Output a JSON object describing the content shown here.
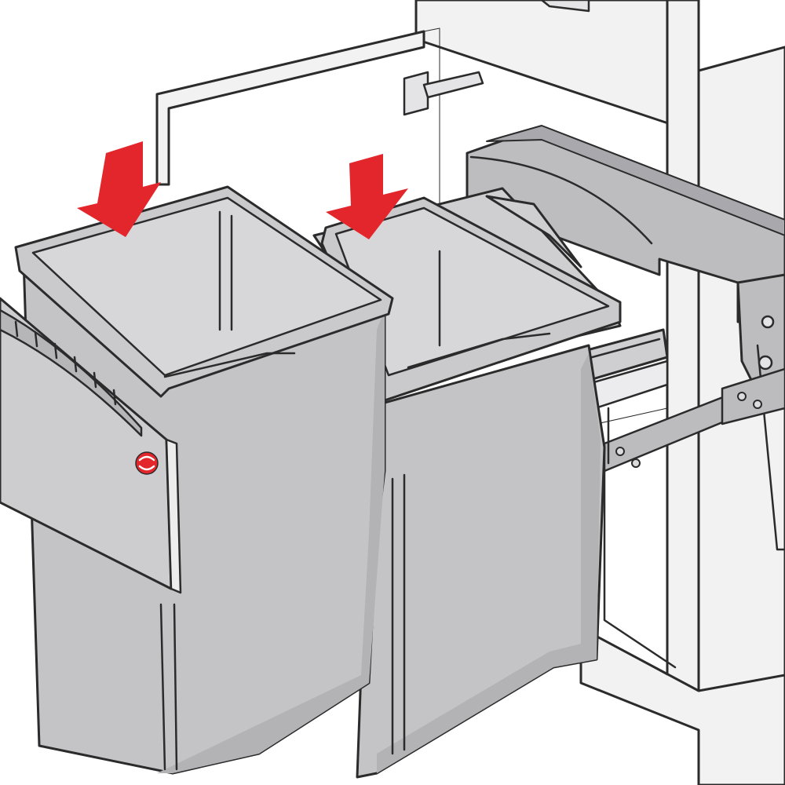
{
  "illustration": {
    "subject": "pull-out-waste-bin",
    "bins": [
      {
        "id": "left-bin",
        "arrow": "down"
      },
      {
        "id": "right-bin",
        "arrow": "down"
      }
    ],
    "icons": [
      "down-arrow-icon",
      "down-arrow-icon",
      "brand-badge-icon"
    ]
  },
  "colors": {
    "outline": "#2b2b2b",
    "bin_fill": "#c4c4c6",
    "bin_inner": "#d7d7d9",
    "frame_fill": "#cfcfd1",
    "cabinet_fill": "#f2f2f2",
    "arrow": "#e3262b",
    "badge": "#e3262b"
  }
}
